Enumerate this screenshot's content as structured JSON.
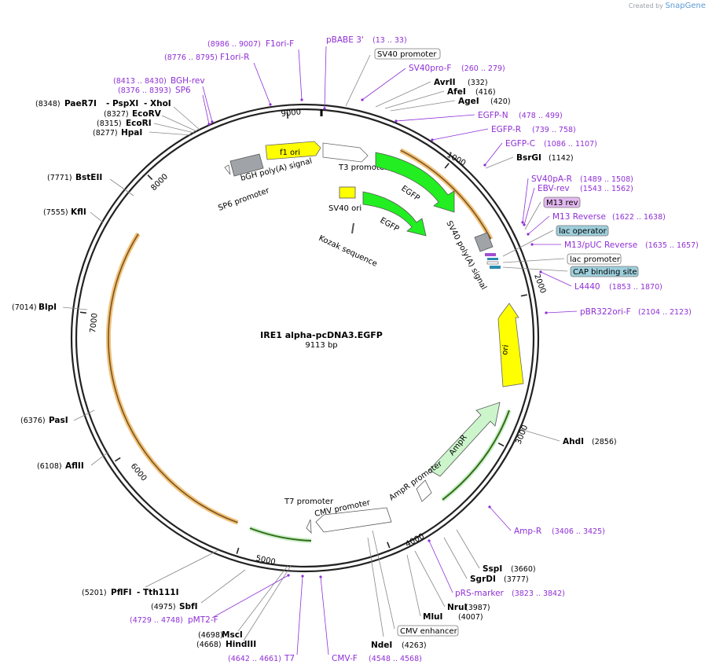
{
  "credit": {
    "created_by": "Created by",
    "brand": "SnapGene"
  },
  "plasmid": {
    "name": "IRE1 alpha-pcDNA3.EGFP",
    "length": "9113 bp"
  },
  "ticks": [
    "1000",
    "2000",
    "3000",
    "4000",
    "5000",
    "6000",
    "7000",
    "8000",
    "9000"
  ],
  "features": [
    "f1 ori",
    "T3 promoter",
    "EGFP",
    "bGH poly(A) signal",
    "SP6 promoter",
    "SV40 ori",
    "EGFP",
    "Kozak sequence",
    "SV40 poly(A) signal",
    "ori",
    "AmpR",
    "AmpR promoter",
    "CMV promoter",
    "T7 promoter"
  ],
  "enzymes": [
    {
      "name": "AvrII",
      "pos": "(332)"
    },
    {
      "name": "AfeI",
      "pos": "(416)"
    },
    {
      "name": "AgeI",
      "pos": "(420)"
    },
    {
      "name": "BsrGI",
      "pos": "(1142)"
    },
    {
      "name": "AhdI",
      "pos": "(2856)"
    },
    {
      "name": "SspI",
      "pos": "(3660)"
    },
    {
      "name": "SgrDI",
      "pos": "(3777)"
    },
    {
      "name": "NruI",
      "pos": "(3987)"
    },
    {
      "name": "MluI",
      "pos": "(4007)"
    },
    {
      "name": "NdeI",
      "pos": "(4263)"
    },
    {
      "name": "HindIII",
      "pos": "(4668)"
    },
    {
      "name": "MscI",
      "pos": "(4698)"
    },
    {
      "name": "SbfI",
      "pos": "(4975)"
    },
    {
      "name": "PflFI",
      "pos": "(5201)"
    },
    {
      "name": "- Tth111I",
      "pos": ""
    },
    {
      "name": "AflII",
      "pos": "(6108)"
    },
    {
      "name": "PasI",
      "pos": "(6376)"
    },
    {
      "name": "BlpI",
      "pos": "(7014)"
    },
    {
      "name": "KflI",
      "pos": "(7555)"
    },
    {
      "name": "BstEII",
      "pos": "(7771)"
    },
    {
      "name": "HpaI",
      "pos": "(8277)"
    },
    {
      "name": "EcoRI",
      "pos": "(8315)"
    },
    {
      "name": "EcoRV",
      "pos": "(8327)"
    },
    {
      "name": "PaeR7I",
      "pos": "(8348)"
    },
    {
      "name": "- PspXI",
      "pos": ""
    },
    {
      "name": "- XhoI",
      "pos": ""
    }
  ],
  "primers": [
    {
      "name": "F1ori-F",
      "pos": "(8986 .. 9007)"
    },
    {
      "name": "F1ori-R",
      "pos": "(8776 .. 8795)"
    },
    {
      "name": "BGH-rev",
      "pos": "(8413 .. 8430)"
    },
    {
      "name": "SP6",
      "pos": "(8376 .. 8393)"
    },
    {
      "name": "pBABE 3'",
      "pos": "(13 .. 33)"
    },
    {
      "name": "SV40pro-F",
      "pos": "(260 .. 279)"
    },
    {
      "name": "EGFP-N",
      "pos": "(478 .. 499)"
    },
    {
      "name": "EGFP-R",
      "pos": "(739 .. 758)"
    },
    {
      "name": "EGFP-C",
      "pos": "(1086 .. 1107)"
    },
    {
      "name": "SV40pA-R",
      "pos": "(1489 .. 1508)"
    },
    {
      "name": "EBV-rev",
      "pos": "(1543 .. 1562)"
    },
    {
      "name": "M13 Reverse",
      "pos": "(1622 .. 1638)"
    },
    {
      "name": "M13/pUC Reverse",
      "pos": "(1635 .. 1657)"
    },
    {
      "name": "L4440",
      "pos": "(1853 .. 1870)"
    },
    {
      "name": "pBR322ori-F",
      "pos": "(2104 .. 2123)"
    },
    {
      "name": "Amp-R",
      "pos": "(3406 .. 3425)"
    },
    {
      "name": "pRS-marker",
      "pos": "(3823 .. 3842)"
    },
    {
      "name": "pMT2-F",
      "pos": "(4729 .. 4748)"
    },
    {
      "name": "T7",
      "pos": "(4642 .. 4661)"
    },
    {
      "name": "CMV-F",
      "pos": "(4548 .. 4568)"
    }
  ],
  "boxed": [
    {
      "name": "SV40 promoter",
      "fill": "#ffffff"
    },
    {
      "name": "M13 rev",
      "fill": "#e3b8f0"
    },
    {
      "name": "lac operator",
      "fill": "#9ecfdc"
    },
    {
      "name": "lac promoter",
      "fill": "#ffffff"
    },
    {
      "name": "CAP binding site",
      "fill": "#9ecfdc"
    },
    {
      "name": "CMV enhancer",
      "fill": "#ffffff"
    }
  ],
  "colors": {
    "backbone": "#222222",
    "primer": "#8f2fd6",
    "enzyme": "#000000",
    "ori": "#ffff00",
    "egfp": "#22ee22",
    "ampr": "#ccf5cc",
    "orf": "#f2c27a",
    "grey_feature": "#a0a4a8"
  }
}
